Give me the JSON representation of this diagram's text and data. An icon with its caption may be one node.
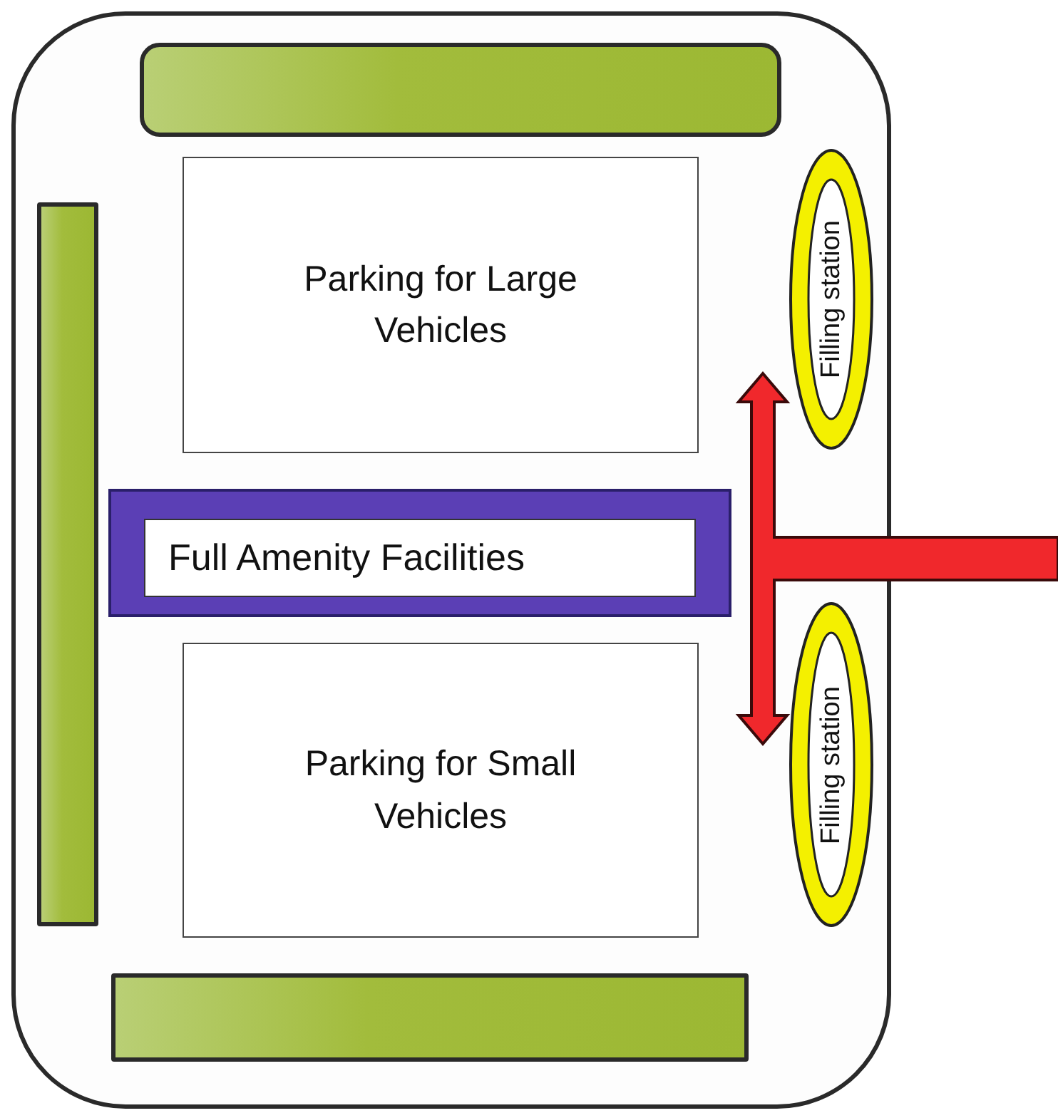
{
  "diagram": {
    "nodes": [
      {
        "text": [],
        "shape": "box"
      },
      {
        "text": [],
        "shape": "bar",
        "in": 0
      },
      {
        "text": [],
        "shape": "bar",
        "in": 0
      },
      {
        "text": [
          "Parking for Large Vehicles"
        ],
        "in": 0
      },
      {
        "text": [
          "Filling station"
        ],
        "in": 0
      },
      {
        "text": [
          "Full Amenity Facilities"
        ],
        "in": 0
      },
      {
        "text": [
          "Parking for Small Vehicles"
        ],
        "in": 0
      },
      {
        "text": [
          "Filling station"
        ],
        "in": 0
      },
      {
        "text": [],
        "shape": "bar",
        "in": 0
      }
    ]
  }
}
